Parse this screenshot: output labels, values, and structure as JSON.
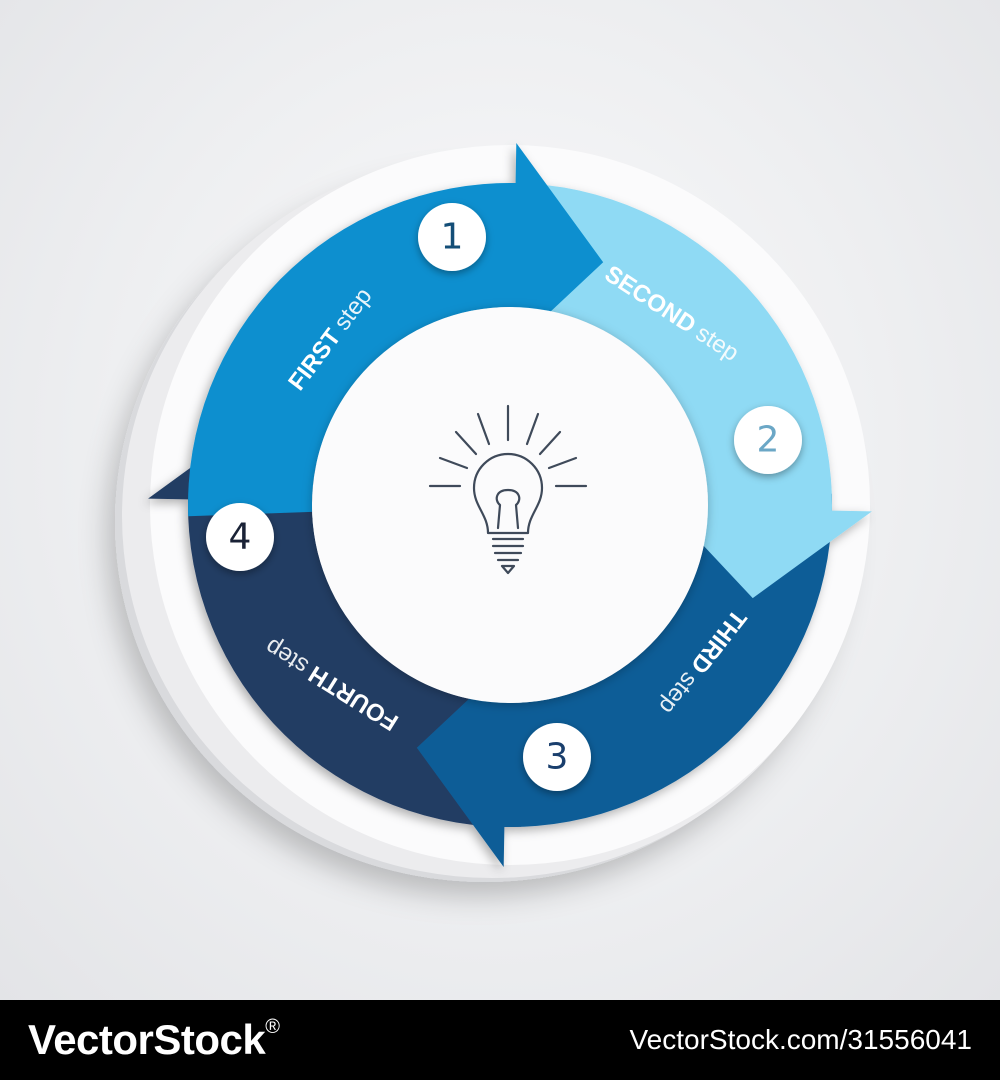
{
  "steps": [
    {
      "number": "1",
      "name": "FIRST",
      "suffix": "step",
      "color": "#0a8fcf",
      "number_color": "#134e77"
    },
    {
      "number": "2",
      "name": "SECOND",
      "suffix": "step",
      "color": "#8fdaf4",
      "number_color": "#6ba7c6"
    },
    {
      "number": "3",
      "name": "THIRD",
      "suffix": "step",
      "color": "#105d97",
      "number_color": "#1a3f6d"
    },
    {
      "number": "4",
      "name": "FOURTH",
      "suffix": "step",
      "color": "#243d63",
      "number_color": "#1a2236"
    }
  ],
  "center_icon": "lightbulb-icon",
  "footer": {
    "brand": "VectorStock",
    "registered_mark": "®",
    "image_id": "VectorStock.com/31556041"
  }
}
